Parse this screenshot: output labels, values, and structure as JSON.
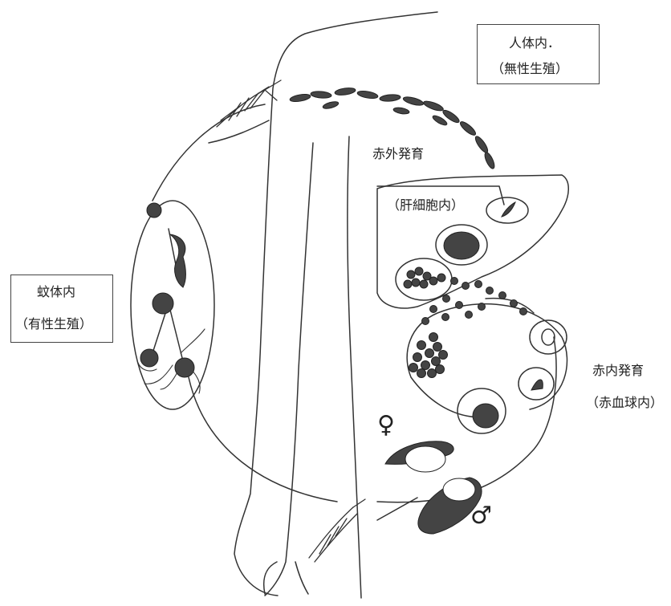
{
  "labels": {
    "human_body": "人体内．",
    "asexual": "（無性生殖）",
    "exo_development": "赤外発育",
    "liver_cells": "（肝細胞内）",
    "mosquito_body": "蚊体内",
    "sexual": "（有性生殖）",
    "erythro_development": "赤内発育",
    "red_blood_cells": "（赤血球内）"
  },
  "symbols": {
    "female": "♀",
    "male": "♂"
  }
}
